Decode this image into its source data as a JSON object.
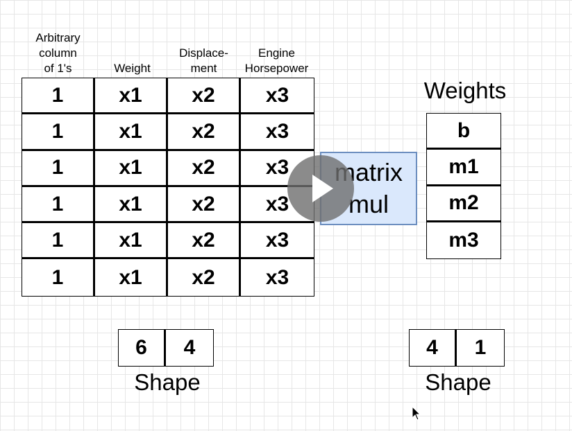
{
  "headers": [
    "Arbitrary\ncolumn\nof 1's",
    "Weight",
    "Displace-\nment",
    "Engine\nHorsepower"
  ],
  "data_rows": [
    [
      "1",
      "x1",
      "x2",
      "x3"
    ],
    [
      "1",
      "x1",
      "x2",
      "x3"
    ],
    [
      "1",
      "x1",
      "x2",
      "x3"
    ],
    [
      "1",
      "x1",
      "x2",
      "x3"
    ],
    [
      "1",
      "x1",
      "x2",
      "x3"
    ],
    [
      "1",
      "x1",
      "x2",
      "x3"
    ]
  ],
  "operation": {
    "line1": "matrix",
    "line2": "mul",
    "fill": "#dae8fc",
    "stroke": "#6c8ebf"
  },
  "weights": {
    "title": "Weights",
    "values": [
      "b",
      "m1",
      "m2",
      "m3"
    ]
  },
  "data_shape": {
    "values": [
      "6",
      "4"
    ],
    "label": "Shape"
  },
  "weights_shape": {
    "values": [
      "4",
      "1"
    ],
    "label": "Shape"
  },
  "overlay": {
    "icon": "play-icon"
  }
}
